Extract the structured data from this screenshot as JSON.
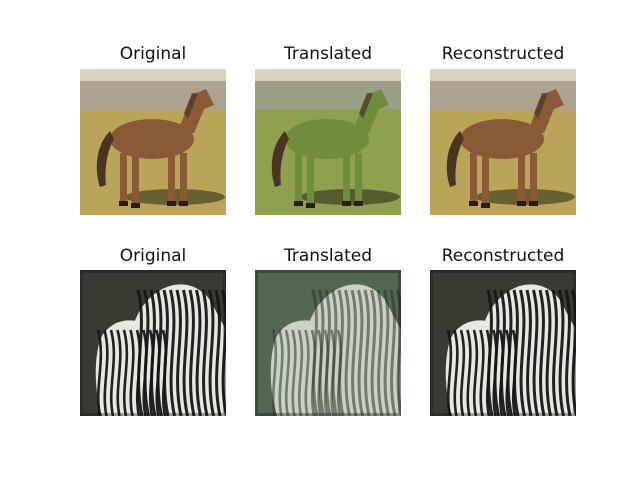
{
  "figure": {
    "rows": [
      {
        "subject": "horse",
        "panels": [
          {
            "title": "Original",
            "variant": "original",
            "icon": "horse-image"
          },
          {
            "title": "Translated",
            "variant": "translated",
            "icon": "horse-image"
          },
          {
            "title": "Reconstructed",
            "variant": "reconstructed",
            "icon": "horse-image"
          }
        ]
      },
      {
        "subject": "zebra",
        "panels": [
          {
            "title": "Original",
            "variant": "original",
            "icon": "zebra-image"
          },
          {
            "title": "Translated",
            "variant": "translated",
            "icon": "zebra-image"
          },
          {
            "title": "Reconstructed",
            "variant": "reconstructed",
            "icon": "zebra-image"
          }
        ]
      }
    ],
    "colors": {
      "horse_original": "#8a5a36",
      "horse_translated": "#6f8d3c",
      "grass": "#b9a45a",
      "grass_translated": "#8fa050",
      "sky": "#d9d3bf",
      "zebra_bg": "#3a3a33",
      "zebra_bg_translated": "#4a5a48",
      "stripe_dark": "#161616",
      "stripe_light": "#e8e8e2"
    }
  }
}
